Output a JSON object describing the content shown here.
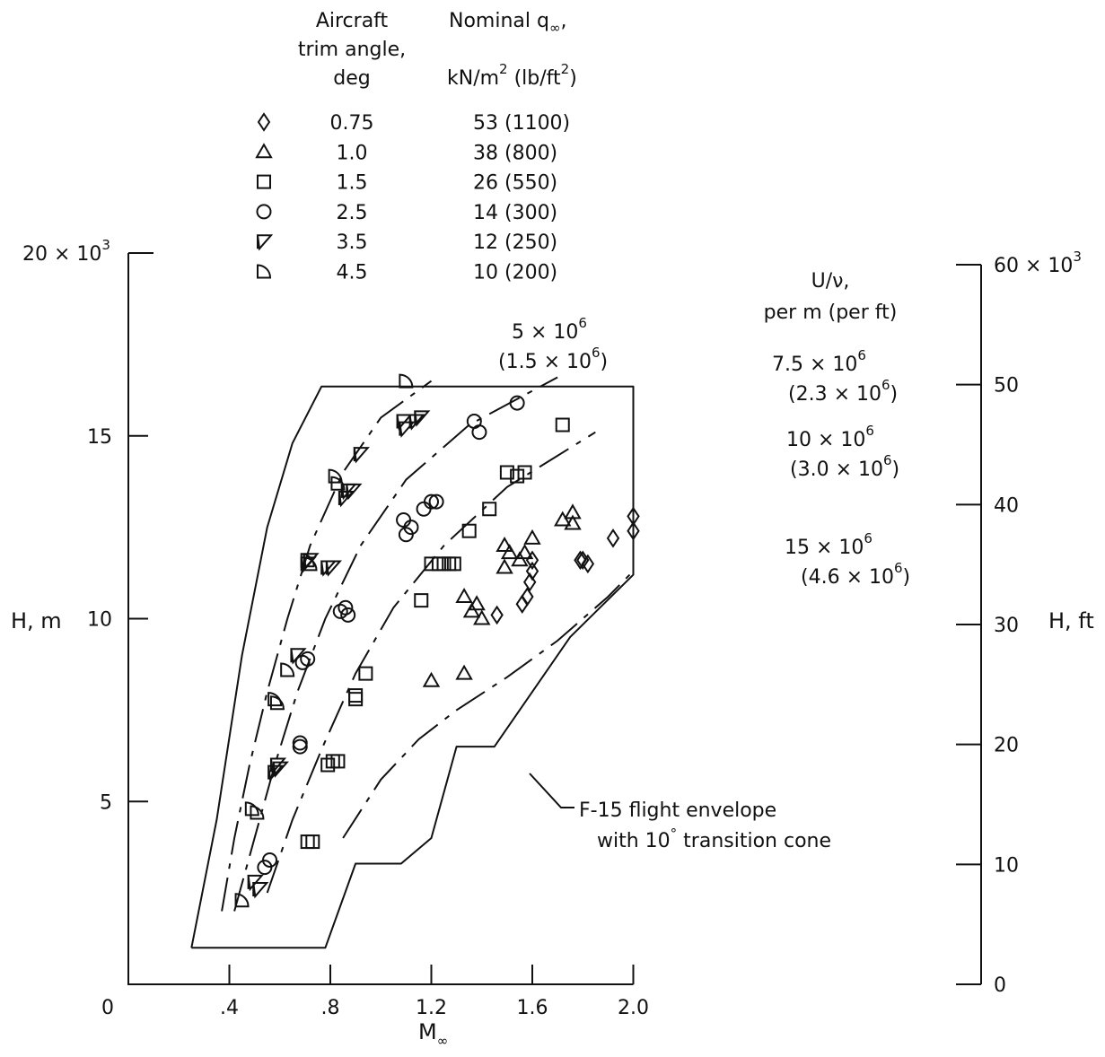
{
  "chart_data": {
    "type": "scatter",
    "title": "",
    "xlabel": "M",
    "xlabel_sub": "∞",
    "ylabel_left": "H, m",
    "ylabel_right": "H, ft",
    "xlim": [
      0,
      2.0
    ],
    "ylim_left": [
      0,
      20000
    ],
    "ylim_right": [
      0,
      60000
    ],
    "grid": false,
    "x_ticks": [
      0,
      0.4,
      0.8,
      1.2,
      1.6,
      2.0
    ],
    "x_tick_labels": [
      "0",
      ".4",
      ".8",
      "1.2",
      "1.6",
      "2.0"
    ],
    "y_left_ticks": [
      5000,
      10000,
      15000,
      20000
    ],
    "y_left_tick_labels": [
      "5",
      "10",
      "15",
      "20 × 10"
    ],
    "y_left_top_exp": "3",
    "y_right_ticks": [
      0,
      10000,
      20000,
      30000,
      40000,
      50000,
      60000
    ],
    "y_right_tick_labels": [
      "0",
      "10",
      "20",
      "30",
      "40",
      "50",
      "60 × 10"
    ],
    "y_right_top_exp": "3",
    "legend": {
      "header_col1": [
        "Aircraft",
        "trim angle,",
        "deg"
      ],
      "header_col2_line1": "Nominal q",
      "header_col2_line1_sub": "∞",
      "header_col2_line1_tail": ",",
      "header_col2_line2_a": "kN/m",
      "header_col2_line2_sup1": "2",
      "header_col2_line2_b": " (lb/ft",
      "header_col2_line2_sup2": "2",
      "header_col2_line2_c": ")",
      "entries": [
        {
          "symbol": "diamond",
          "trim": "0.75",
          "q": "53 (1100)"
        },
        {
          "symbol": "triangle",
          "trim": "1.0",
          "q": "38 (800)"
        },
        {
          "symbol": "square",
          "trim": "1.5",
          "q": "26 (550)"
        },
        {
          "symbol": "circle",
          "trim": "2.5",
          "q": "14 (300)"
        },
        {
          "symbol": "flagged-triangle",
          "trim": "3.5",
          "q": "12 (250)"
        },
        {
          "symbol": "half-circle",
          "trim": "4.5",
          "q": "10 (200)"
        }
      ]
    },
    "unit_label": [
      "U/ν,",
      "per m (per ft)"
    ],
    "reynolds_lines": [
      {
        "label_main": "5 × 10",
        "label_exp": "6",
        "label_alt_a": "(1.5 × 10",
        "label_alt_exp": "6",
        "label_alt_c": ")",
        "points": [
          [
            0.37,
            2000
          ],
          [
            0.42,
            4000
          ],
          [
            0.48,
            6000
          ],
          [
            0.55,
            8000
          ],
          [
            0.63,
            10000
          ],
          [
            0.72,
            12000
          ],
          [
            0.85,
            14000
          ],
          [
            1.0,
            15500
          ],
          [
            1.2,
            16500
          ]
        ]
      },
      {
        "label_main": "7.5 × 10",
        "label_exp": "6",
        "label_alt_a": "(2.3 × 10",
        "label_alt_exp": "6",
        "label_alt_c": ")",
        "points": [
          [
            0.42,
            2000
          ],
          [
            0.5,
            4000
          ],
          [
            0.58,
            6000
          ],
          [
            0.67,
            8000
          ],
          [
            0.78,
            10000
          ],
          [
            0.92,
            12000
          ],
          [
            1.1,
            13800
          ],
          [
            1.35,
            15300
          ],
          [
            1.7,
            16600
          ]
        ]
      },
      {
        "label_main": "10 × 10",
        "label_exp": "6",
        "label_alt_a": "(3.0 × 10",
        "label_alt_exp": "6",
        "label_alt_c": ")",
        "points": [
          [
            0.55,
            2500
          ],
          [
            0.65,
            4500
          ],
          [
            0.77,
            6500
          ],
          [
            0.9,
            8500
          ],
          [
            1.05,
            10300
          ],
          [
            1.25,
            12000
          ],
          [
            1.5,
            13600
          ],
          [
            1.85,
            15100
          ]
        ]
      },
      {
        "label_main": "15 × 10",
        "label_exp": "6",
        "label_alt_a": "(4.6 × 10",
        "label_alt_exp": "6",
        "label_alt_c": ")",
        "points": [
          [
            0.85,
            4000
          ],
          [
            1.0,
            5600
          ],
          [
            1.15,
            6700
          ],
          [
            1.3,
            7500
          ],
          [
            1.5,
            8400
          ],
          [
            1.7,
            9400
          ],
          [
            1.9,
            10600
          ],
          [
            2.0,
            11300
          ]
        ]
      }
    ],
    "envelope": {
      "label": "F-15 flight envelope",
      "label2_a": "with 10",
      "label2_deg": "°",
      "label2_b": " transition cone",
      "points": [
        [
          0.25,
          1000
        ],
        [
          0.35,
          4500
        ],
        [
          0.45,
          9000
        ],
        [
          0.55,
          12500
        ],
        [
          0.65,
          14800
        ],
        [
          0.765,
          16350
        ],
        [
          2.0,
          16350
        ],
        [
          2.0,
          11200
        ],
        [
          1.75,
          9500
        ],
        [
          1.45,
          6500
        ],
        [
          1.3,
          6500
        ],
        [
          1.2,
          4000
        ],
        [
          1.08,
          3300
        ],
        [
          0.9,
          3300
        ],
        [
          0.78,
          1000
        ],
        [
          0.25,
          1000
        ]
      ]
    },
    "series": [
      {
        "symbol": "diamond",
        "points": [
          [
            1.46,
            10100
          ],
          [
            1.56,
            10400
          ],
          [
            1.58,
            10600
          ],
          [
            1.59,
            11000
          ],
          [
            1.6,
            11300
          ],
          [
            1.6,
            11600
          ],
          [
            1.79,
            11600
          ],
          [
            1.8,
            11600
          ],
          [
            1.82,
            11500
          ],
          [
            1.92,
            12200
          ],
          [
            2.0,
            12400
          ],
          [
            2.0,
            12800
          ]
        ]
      },
      {
        "symbol": "triangle",
        "points": [
          [
            1.2,
            8300
          ],
          [
            1.33,
            8500
          ],
          [
            1.33,
            10600
          ],
          [
            1.36,
            10200
          ],
          [
            1.38,
            10400
          ],
          [
            1.4,
            10000
          ],
          [
            1.49,
            12000
          ],
          [
            1.49,
            11400
          ],
          [
            1.51,
            11800
          ],
          [
            1.55,
            11600
          ],
          [
            1.57,
            11800
          ],
          [
            1.6,
            12200
          ],
          [
            1.72,
            12700
          ],
          [
            1.76,
            12900
          ],
          [
            1.76,
            12600
          ]
        ]
      },
      {
        "symbol": "square",
        "points": [
          [
            0.71,
            3900
          ],
          [
            0.73,
            3900
          ],
          [
            0.79,
            6000
          ],
          [
            0.81,
            6100
          ],
          [
            0.83,
            6100
          ],
          [
            0.9,
            7900
          ],
          [
            0.9,
            7800
          ],
          [
            0.94,
            8500
          ],
          [
            1.16,
            10500
          ],
          [
            1.2,
            11500
          ],
          [
            1.23,
            11500
          ],
          [
            1.25,
            11500
          ],
          [
            1.27,
            11500
          ],
          [
            1.29,
            11500
          ],
          [
            1.35,
            12400
          ],
          [
            1.43,
            13000
          ],
          [
            1.5,
            14000
          ],
          [
            1.54,
            13900
          ],
          [
            1.57,
            14000
          ],
          [
            1.72,
            15300
          ]
        ]
      },
      {
        "symbol": "circle",
        "points": [
          [
            0.54,
            3200
          ],
          [
            0.56,
            3400
          ],
          [
            0.68,
            6500
          ],
          [
            0.68,
            6600
          ],
          [
            0.69,
            8800
          ],
          [
            0.71,
            8900
          ],
          [
            0.84,
            10200
          ],
          [
            0.86,
            10300
          ],
          [
            0.87,
            10100
          ],
          [
            1.09,
            12700
          ],
          [
            1.1,
            12300
          ],
          [
            1.12,
            12500
          ],
          [
            1.17,
            13000
          ],
          [
            1.2,
            13200
          ],
          [
            1.22,
            13200
          ],
          [
            1.37,
            15400
          ],
          [
            1.39,
            15100
          ],
          [
            1.54,
            15900
          ]
        ]
      },
      {
        "symbol": "flagged-triangle",
        "points": [
          [
            0.5,
            2800
          ],
          [
            0.52,
            2600
          ],
          [
            0.58,
            5800
          ],
          [
            0.59,
            6000
          ],
          [
            0.6,
            5900
          ],
          [
            0.67,
            9000
          ],
          [
            0.71,
            11500
          ],
          [
            0.72,
            11600
          ],
          [
            0.79,
            11400
          ],
          [
            0.81,
            11400
          ],
          [
            0.86,
            13300
          ],
          [
            0.87,
            13500
          ],
          [
            0.89,
            13500
          ],
          [
            0.92,
            14500
          ],
          [
            1.09,
            15400
          ],
          [
            1.1,
            15200
          ],
          [
            1.14,
            15400
          ],
          [
            1.16,
            15500
          ]
        ]
      },
      {
        "symbol": "half-circle",
        "points": [
          [
            0.45,
            2300
          ],
          [
            0.49,
            4800
          ],
          [
            0.51,
            4700
          ],
          [
            0.58,
            7800
          ],
          [
            0.59,
            7700
          ],
          [
            0.63,
            8600
          ],
          [
            0.71,
            11600
          ],
          [
            0.72,
            11500
          ],
          [
            0.82,
            13900
          ],
          [
            0.83,
            13700
          ],
          [
            1.1,
            16500
          ]
        ]
      }
    ]
  }
}
